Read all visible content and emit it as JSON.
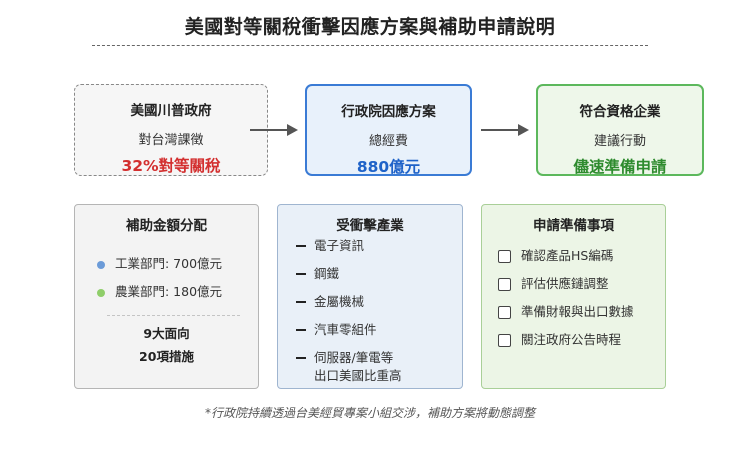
{
  "title": "美國對等關稅衝擊因應方案與補助申請說明",
  "flow": {
    "source": {
      "heading": "美國川普政府",
      "sub": "對台灣課徵",
      "highlight": "32%對等關稅",
      "highlight_color": "#d32f2f"
    },
    "response": {
      "heading": "行政院因應方案",
      "sub": "總經費",
      "highlight": "880億元",
      "highlight_color": "#1e62c8"
    },
    "action": {
      "heading": "符合資格企業",
      "sub": "建議行動",
      "highlight": "儘速準備申請",
      "highlight_color": "#2e8b2e"
    }
  },
  "allocation": {
    "heading": "補助金額分配",
    "items": [
      {
        "label": "工業部門: 700億元",
        "color": "#6b9bd8"
      },
      {
        "label": "農業部門: 180億元",
        "color": "#8fce6a"
      }
    ],
    "notes": [
      "9大面向",
      "20項措施"
    ]
  },
  "industries": {
    "heading": "受衝擊產業",
    "items": [
      "電子資訊",
      "鋼鐵",
      "金屬機械",
      "汽車零組件",
      "伺服器/筆電等",
      "出口美國比重高"
    ]
  },
  "checklist": {
    "heading": "申請準備事項",
    "items": [
      "確認產品HS編碼",
      "評估供應鏈調整",
      "準備財報與出口數據",
      "關注政府公告時程"
    ]
  },
  "footnote": "*行政院持續透過台美經貿專案小組交涉，補助方案將動態調整"
}
